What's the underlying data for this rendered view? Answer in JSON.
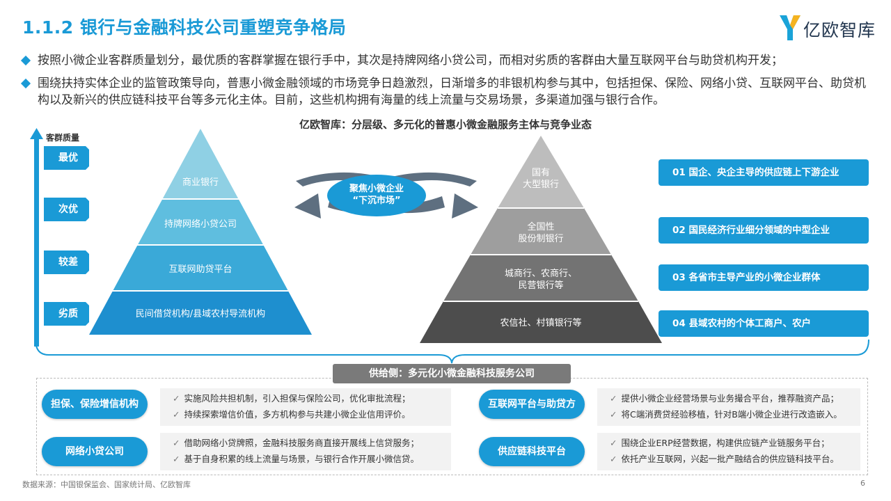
{
  "header": {
    "title": "1.1.2 银行与金融科技公司重塑竞争格局",
    "logo_text": "亿欧智库"
  },
  "bullets": [
    "按照小微企业客群质量划分，最优质的客群掌握在银行手中，其次是持牌网络小贷公司，而相对劣质的客群由大量互联网平台与助贷机构开发；",
    "围绕扶持实体企业的监管政策导向，普惠小微金融领域的市场竞争日趋激烈，日渐增多的非银机构参与其中，包括担保、保险、网络小贷、互联网平台、助贷机构以及新兴的供应链科技平台等多元化主体。目前，这些机构拥有海量的线上流量与交易场景，多渠道加强与银行合作。"
  ],
  "diagram": {
    "title": "亿欧智库：分层级、多元化的普惠小微金融服务主体与竞争业态",
    "quality_axis_label": "客群质量",
    "quality_levels": [
      "最优",
      "次优",
      "较差",
      "劣质"
    ],
    "left_pyramid": [
      "商业银行",
      "持牌网络小贷公司",
      "互联网助贷平台",
      "民间借贷机构/县域农村导流机构"
    ],
    "focus": {
      "line1": "聚焦小微企业",
      "line2": "“下沉市场”"
    },
    "right_pyramid": [
      [
        "国有",
        "大型银行"
      ],
      [
        "全国性",
        "股份制银行"
      ],
      [
        "城商行、农商行、",
        "民营银行等"
      ],
      [
        "农信社、村镇银行等"
      ]
    ],
    "customer_segments": [
      "01  国企、央企主导的供应链上下游企业",
      "02  国民经济行业细分领域的中型企业",
      "03  各省市主导产业的小微企业群体",
      "04  县域农村的个体工商户、农户"
    ],
    "colors": {
      "accent": "#1a9ad6",
      "left_pyramid": [
        "#8fd0e4",
        "#5fbedf",
        "#3aa9d8",
        "#1e8fcf"
      ],
      "right_pyramid": [
        "#bdbdbd",
        "#9e9e9e",
        "#737373",
        "#4d4d4d"
      ]
    }
  },
  "supply_side": {
    "title": "供给侧：多元化小微金融科技服务公司",
    "entities": [
      {
        "name": "担保、保险增信机构",
        "points": [
          "实施风险共担机制，引入担保与保险公司，优化审批流程；",
          "持续探索增信价值，多方机构参与共建小微企业信用评价。"
        ]
      },
      {
        "name": "互联网平台与助贷方",
        "points": [
          "提供小微企业经营场景与业务撮合平台，推荐融资产品；",
          "将C端消费贷经验移植，针对B端小微企业进行改造嵌入。"
        ]
      },
      {
        "name": "网络小贷公司",
        "points": [
          "借助网络小贷牌照，金融科技服务商直接开展线上信贷服务；",
          "基于自身积累的线上流量与场景，与银行合作开展小微信贷。"
        ]
      },
      {
        "name": "供应链科技平台",
        "points": [
          "围绕企业ERP经营数据，构建供应链产业链服务平台；",
          "依托产业互联网，兴起一批产融结合的供应链科技平台。"
        ]
      }
    ],
    "check_icon": "✓"
  },
  "footer": {
    "source": "数据来源：中国银保监会、国家统计局、亿欧智库",
    "page_number": "6"
  }
}
